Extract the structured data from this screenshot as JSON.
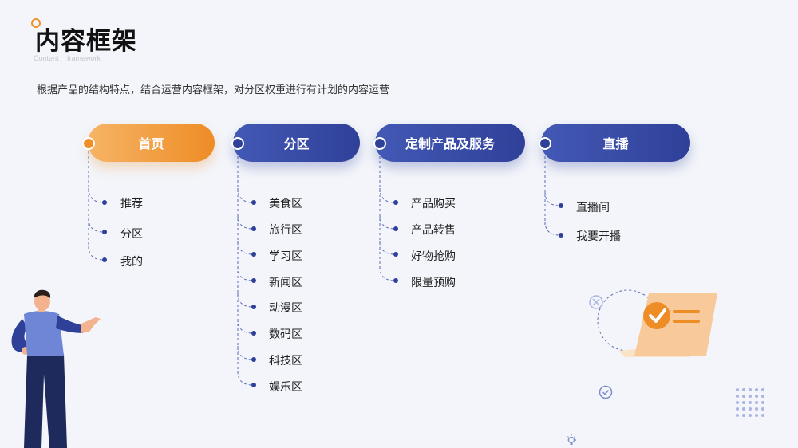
{
  "page": {
    "title": "内容框架",
    "subtitle": "Content   framework",
    "description": "根据产品的结构特点，结合运营内容框架，对分区权重进行有计划的内容运营"
  },
  "columns": [
    {
      "label": "首页",
      "items": [
        "推荐",
        "分区",
        "我的"
      ]
    },
    {
      "label": "分区",
      "items": [
        "美食区",
        "旅行区",
        "学习区",
        "新闻区",
        "动漫区",
        "数码区",
        "科技区",
        "娱乐区"
      ]
    },
    {
      "label": "定制产品及服务",
      "items": [
        "产品购买",
        "产品转售",
        "好物抢购",
        "限量预购"
      ]
    },
    {
      "label": "直播",
      "items": [
        "直播间",
        "我要开播"
      ]
    }
  ],
  "colors": {
    "accent_orange": "#ee8c26",
    "accent_blue": "#2f4099",
    "background": "#f3f5fa"
  }
}
